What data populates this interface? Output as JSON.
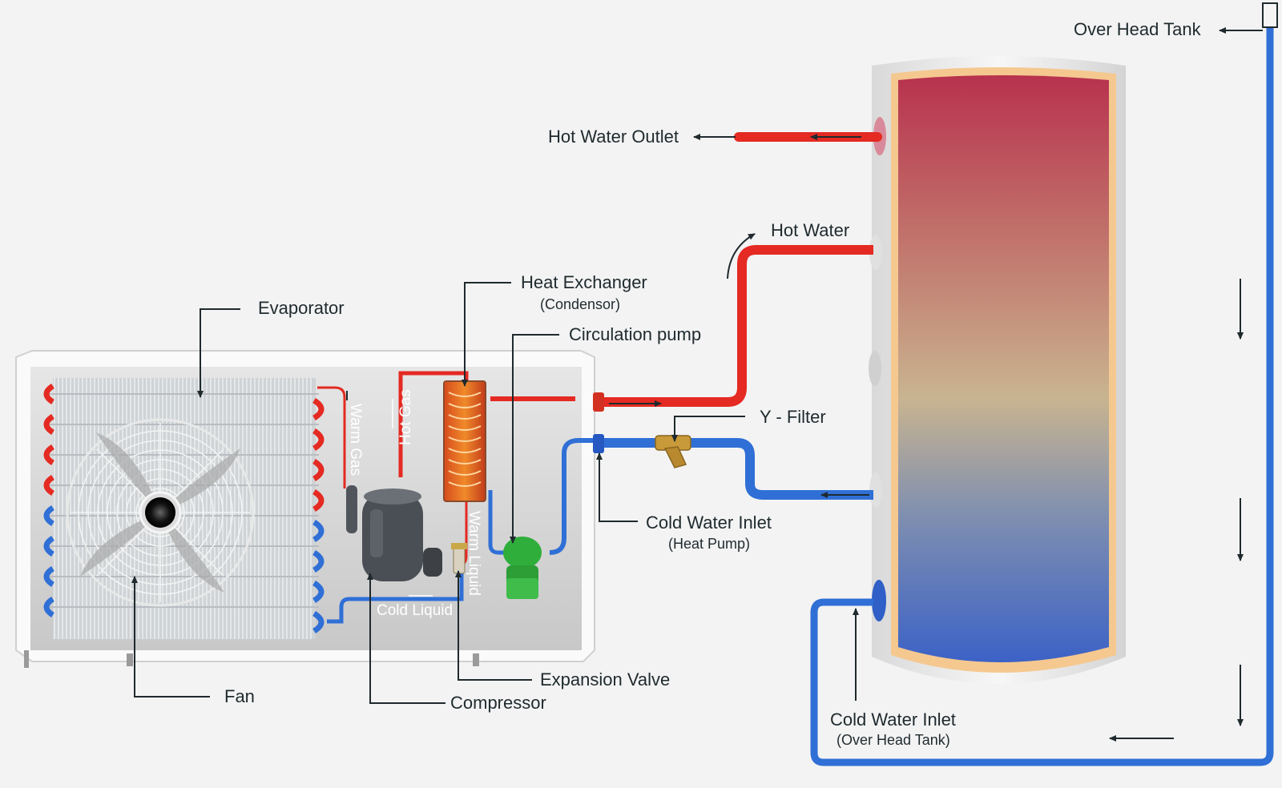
{
  "labels": {
    "over_head_tank": "Over Head Tank",
    "hot_water_outlet": "Hot Water Outlet",
    "hot_water": "Hot Water",
    "evaporator": "Evaporator",
    "heat_exchanger": "Heat Exchanger",
    "heat_exchanger_sub": "(Condensor)",
    "circulation_pump": "Circulation pump",
    "y_filter": "Y - Filter",
    "cold_water_inlet_hp": "Cold Water Inlet",
    "cold_water_inlet_hp_sub": "(Heat Pump)",
    "expansion_valve": "Expansion Valve",
    "compressor": "Compressor",
    "fan": "Fan",
    "cold_water_inlet_oht": "Cold Water Inlet",
    "cold_water_inlet_oht_sub": "(Over Head Tank)"
  },
  "unit_labels": {
    "warm_gas": "Warm Gas",
    "hot_gas": "Hot Gas",
    "warm_liquid": "Warm Liquid",
    "cold_liquid": "Cold Liquid"
  },
  "colors": {
    "hot_pipe": "#e42a22",
    "cold_pipe": "#2f6fd6",
    "tank_top": "#b93550",
    "tank_bottom": "#3f63c8",
    "insulation": "#f5c890",
    "pump": "#2fae3b",
    "background": "#f3f3f3"
  }
}
